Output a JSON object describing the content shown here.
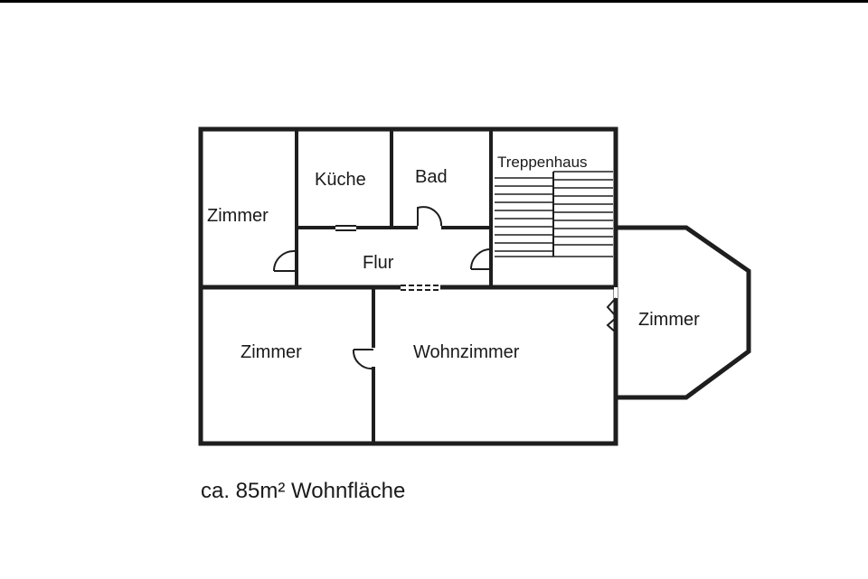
{
  "rooms": {
    "zimmer_left_top": "Zimmer",
    "kueche": "Küche",
    "bad": "Bad",
    "treppenhaus": "Treppenhaus",
    "flur": "Flur",
    "zimmer_left_bottom": "Zimmer",
    "wohnzimmer": "Wohnzimmer",
    "zimmer_right": "Zimmer"
  },
  "caption": "ca. 85m² Wohnfläche"
}
